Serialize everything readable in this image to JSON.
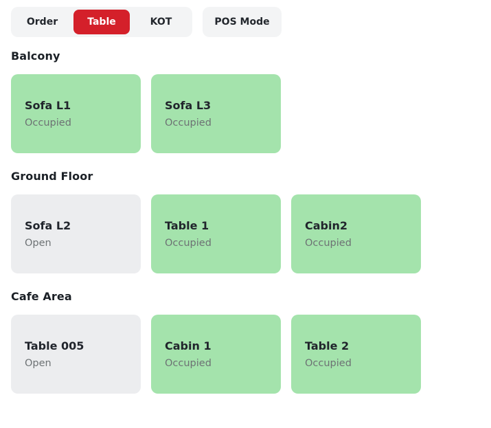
{
  "toolbar": {
    "tabs": [
      {
        "label": "Order",
        "active": false
      },
      {
        "label": "Table",
        "active": true
      },
      {
        "label": "KOT",
        "active": false
      }
    ],
    "pos_mode_label": "POS Mode"
  },
  "colors": {
    "active_tab_red": "#D4202A",
    "occupied_card_green": "#A4E3AC",
    "open_card_gray": "#ECEDEF",
    "toolbar_chip_bg": "#F3F4F5"
  },
  "sections": [
    {
      "title": "Balcony",
      "tables": [
        {
          "name": "Sofa L1",
          "status": "Occupied"
        },
        {
          "name": "Sofa L3",
          "status": "Occupied"
        }
      ]
    },
    {
      "title": "Ground Floor",
      "tables": [
        {
          "name": "Sofa L2",
          "status": "Open"
        },
        {
          "name": "Table 1",
          "status": "Occupied"
        },
        {
          "name": "Cabin2",
          "status": "Occupied"
        }
      ]
    },
    {
      "title": "Cafe Area",
      "tables": [
        {
          "name": "Table 005",
          "status": "Open"
        },
        {
          "name": "Cabin 1",
          "status": "Occupied"
        },
        {
          "name": "Table 2",
          "status": "Occupied"
        }
      ]
    }
  ]
}
